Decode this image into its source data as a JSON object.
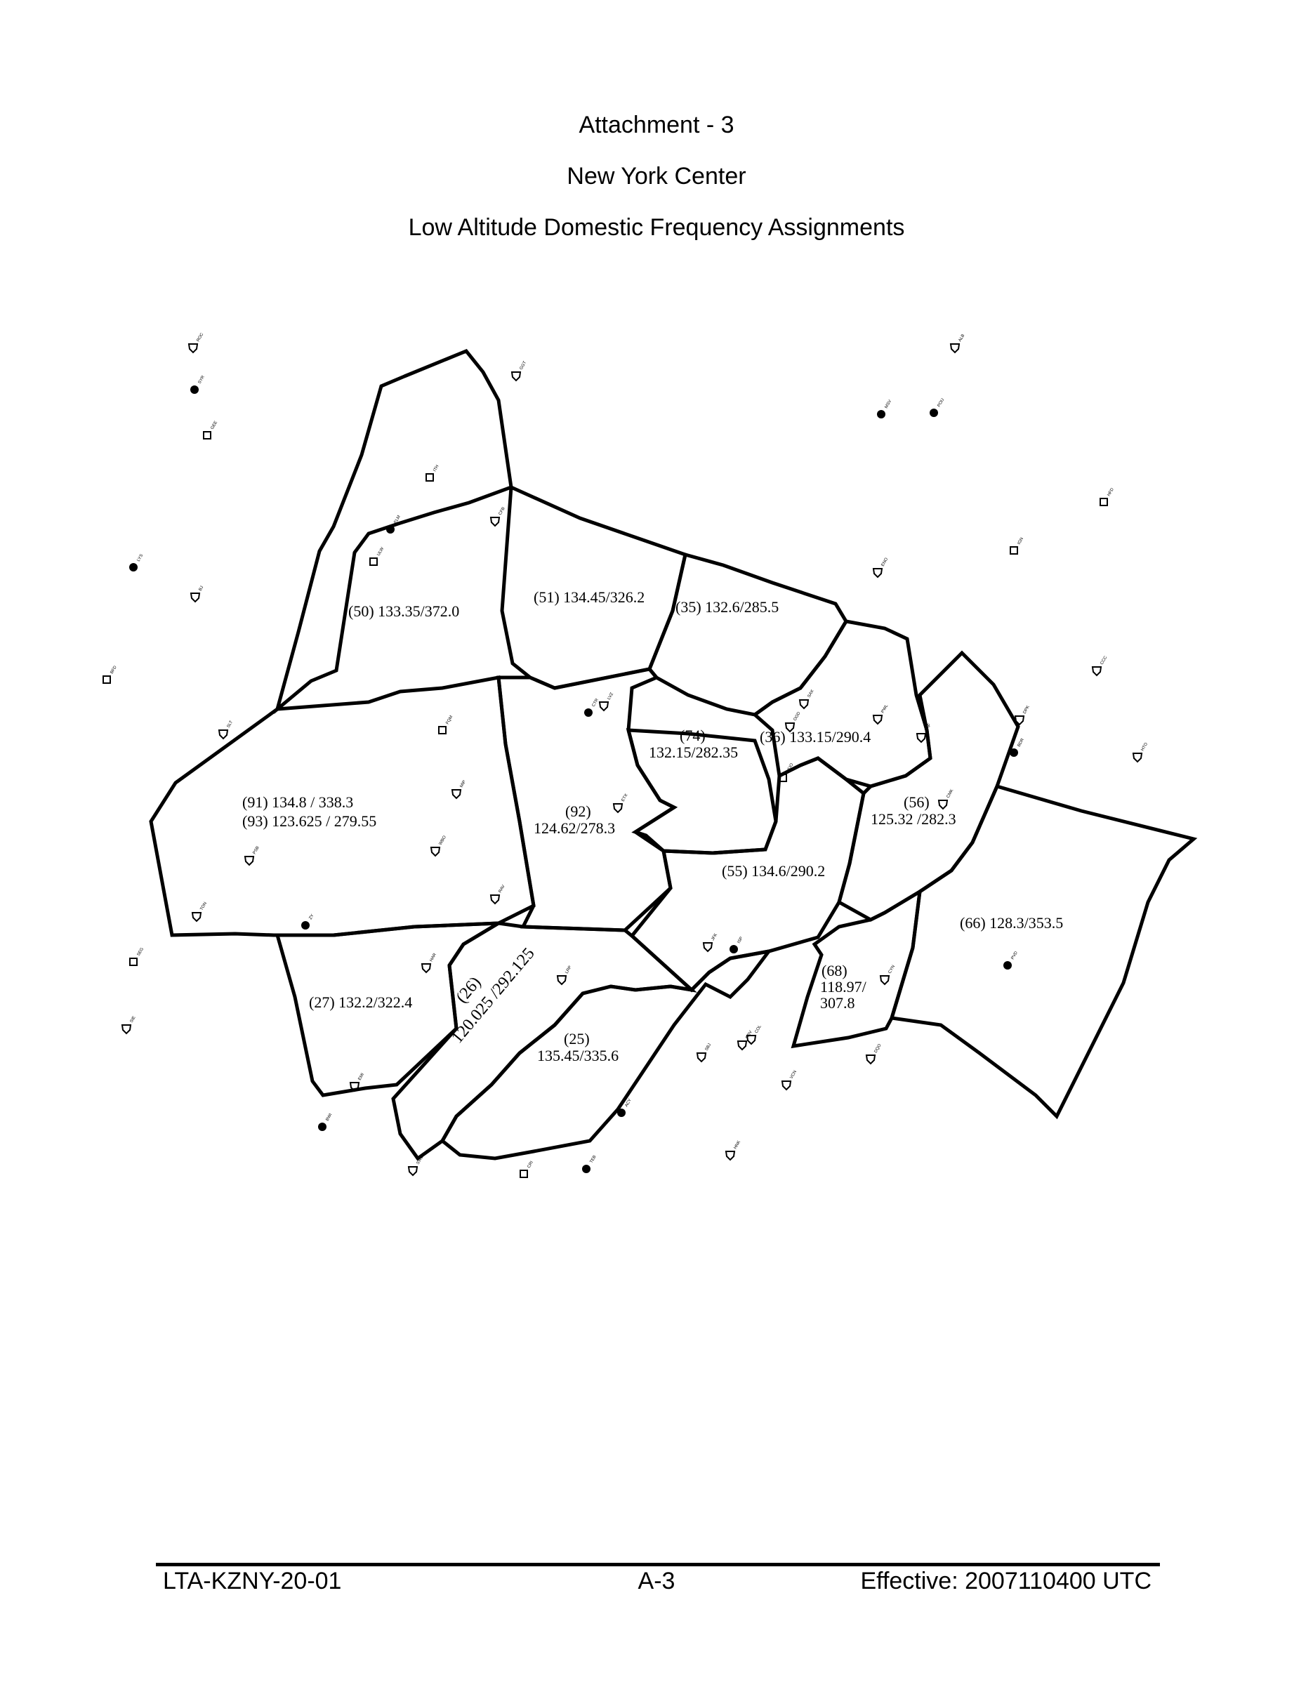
{
  "header": {
    "line1": "Attachment - 3",
    "line2": "New York Center",
    "line3": "Low Altitude Domestic Frequency Assignments"
  },
  "sectors": [
    {
      "id": "50",
      "lines": [
        "(50) 133.35/372.0"
      ]
    },
    {
      "id": "51",
      "lines": [
        "(51) 134.45/326.2"
      ]
    },
    {
      "id": "35",
      "lines": [
        "(35) 132.6/285.5"
      ]
    },
    {
      "id": "36",
      "lines": [
        "(36) 133.15/290.4"
      ]
    },
    {
      "id": "74",
      "lines": [
        "(74)",
        "132.15/282.35"
      ]
    },
    {
      "id": "91-93",
      "lines": [
        "(91) 134.8 / 338.3",
        "(93) 123.625 / 279.55"
      ]
    },
    {
      "id": "92",
      "lines": [
        "(92)",
        "124.62/278.3"
      ]
    },
    {
      "id": "56",
      "lines": [
        "(56)",
        "125.32  /282.3"
      ]
    },
    {
      "id": "55",
      "lines": [
        "(55) 134.6/290.2"
      ]
    },
    {
      "id": "66",
      "lines": [
        "(66) 128.3/353.5"
      ]
    },
    {
      "id": "27",
      "lines": [
        "(27) 132.2/322.4"
      ]
    },
    {
      "id": "68",
      "lines": [
        "(68)",
        "118.97/",
        "307.8"
      ]
    },
    {
      "id": "26",
      "lines": [
        "(26)",
        "120.025 /292.125"
      ]
    },
    {
      "id": "25",
      "lines": [
        "(25)",
        "135.45/335.6"
      ]
    }
  ],
  "navaids": [
    {
      "type": "vor",
      "ident": "ROC"
    },
    {
      "type": "ndb",
      "ident": "SYR"
    },
    {
      "type": "vor",
      "ident": "GGT"
    },
    {
      "type": "fix",
      "ident": "GEE"
    },
    {
      "type": "fix",
      "ident": "ITH"
    },
    {
      "type": "ndb",
      "ident": "ELM"
    },
    {
      "type": "vor",
      "ident": "CFB"
    },
    {
      "type": "fix",
      "ident": "ULW"
    },
    {
      "type": "ndb",
      "ident": "LYS"
    },
    {
      "type": "vor",
      "ident": "BJ"
    },
    {
      "type": "fix",
      "ident": "BFD"
    },
    {
      "type": "vor",
      "ident": "SLT"
    },
    {
      "type": "fix",
      "ident": "FQM"
    },
    {
      "type": "vor",
      "ident": "MIP"
    },
    {
      "type": "vor",
      "ident": "WBO"
    },
    {
      "type": "vor",
      "ident": "PSB"
    },
    {
      "type": "vor",
      "ident": "RAV"
    },
    {
      "type": "vor",
      "ident": "TON"
    },
    {
      "type": "ndb",
      "ident": "ZY"
    },
    {
      "type": "fix",
      "ident": "SEG"
    },
    {
      "type": "vor",
      "ident": "LVZ"
    },
    {
      "type": "ndb",
      "ident": "CTR"
    },
    {
      "type": "vor",
      "ident": "ETX"
    },
    {
      "type": "vor",
      "ident": "LRP"
    },
    {
      "type": "vor",
      "ident": "HAR"
    },
    {
      "type": "vor",
      "ident": "EMI"
    },
    {
      "type": "ndb",
      "ident": "BWI"
    },
    {
      "type": "vor",
      "ident": "SWL"
    },
    {
      "type": "vor",
      "ident": "SIE"
    },
    {
      "type": "ndb",
      "ident": "ACY"
    },
    {
      "type": "vor",
      "ident": "VCN"
    },
    {
      "type": "vor",
      "ident": "CYN"
    },
    {
      "type": "vor",
      "ident": "COL"
    },
    {
      "type": "vor",
      "ident": "SAX"
    },
    {
      "type": "fix",
      "ident": "HUO"
    },
    {
      "type": "vor",
      "ident": "PWL"
    },
    {
      "type": "vor",
      "ident": "DPK"
    },
    {
      "type": "vor",
      "ident": "CCC"
    },
    {
      "type": "vor",
      "ident": "HTO"
    },
    {
      "type": "ndb",
      "ident": "BDR"
    },
    {
      "type": "vor",
      "ident": "BAF"
    },
    {
      "type": "vor",
      "ident": "CMK"
    },
    {
      "type": "fix",
      "ident": "HFD"
    },
    {
      "type": "ndb",
      "ident": "PVD"
    },
    {
      "type": "vor",
      "ident": "ALB"
    },
    {
      "type": "ndb",
      "ident": "POU"
    },
    {
      "type": "ndb",
      "ident": "MSV"
    },
    {
      "type": "fix",
      "ident": "IGN"
    },
    {
      "type": "vor",
      "ident": "OOD"
    },
    {
      "type": "vor",
      "ident": "ENO"
    },
    {
      "type": "vor",
      "ident": "DQO"
    },
    {
      "type": "vor",
      "ident": "HNK"
    },
    {
      "type": "vor",
      "ident": "SBJ"
    },
    {
      "type": "vor",
      "ident": "RBV"
    },
    {
      "type": "ndb",
      "ident": "TEB"
    },
    {
      "type": "vor",
      "ident": "JFK"
    },
    {
      "type": "ndb",
      "ident": "ISP"
    },
    {
      "type": "fix",
      "ident": "CRI"
    }
  ],
  "footer": {
    "left": "LTA-KZNY-20-01",
    "center": "A-3",
    "right": "Effective: 2007110400 UTC"
  }
}
